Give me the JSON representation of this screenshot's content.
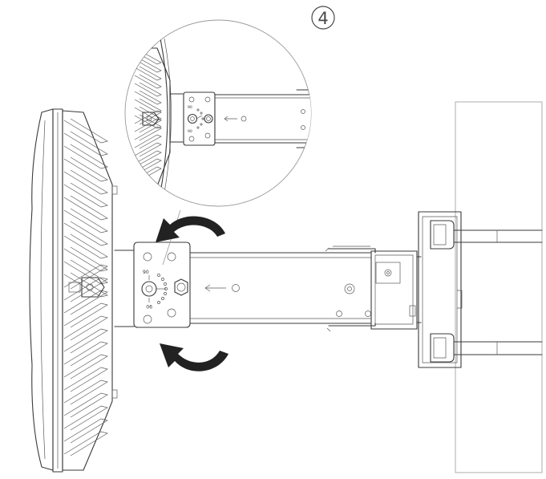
{
  "step_number": "4",
  "dial_labels": {
    "main": [
      "90",
      "90"
    ],
    "inset": [
      "90",
      "90"
    ]
  },
  "colors": {
    "line": "#3a3a3a",
    "light_line": "#9a9a9a",
    "arrow_fill": "#222222",
    "background": "#ffffff"
  },
  "icons": [
    "rotate-counterclockwise-arrow-icon",
    "rotate-clockwise-arrow-icon",
    "direction-arrow-icon",
    "circled-number-icon"
  ]
}
